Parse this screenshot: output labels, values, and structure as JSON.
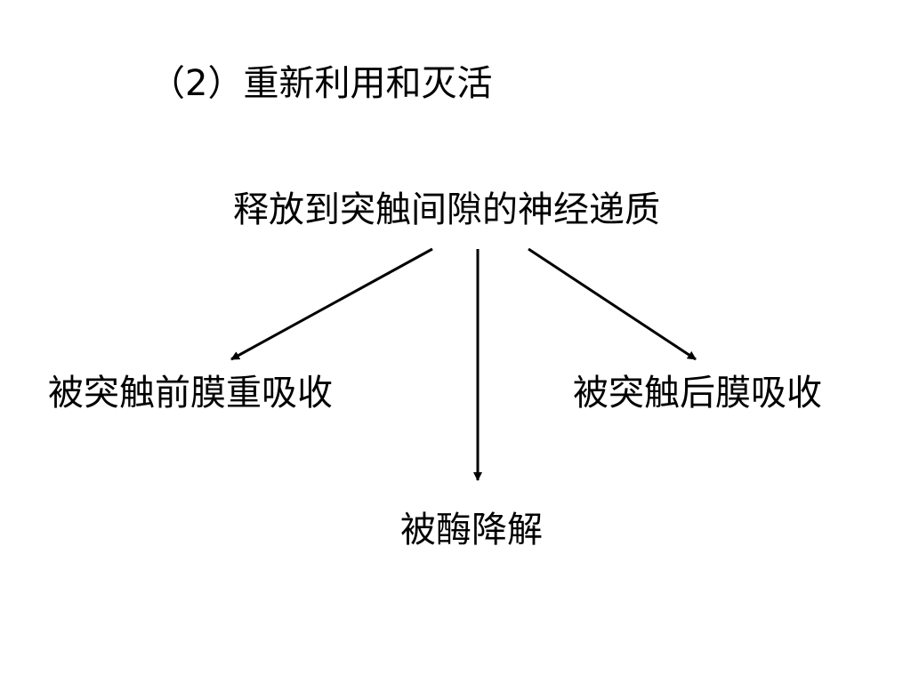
{
  "heading": "（2）重新利用和灭活",
  "source_node": "释放到突触间隙的神经递质",
  "outcomes": {
    "left": "被突触前膜重吸收",
    "right": "被突触后膜吸收",
    "bottom": "被酶降解"
  },
  "colors": {
    "text": "#000000",
    "arrow": "#000000",
    "background": "#ffffff"
  }
}
